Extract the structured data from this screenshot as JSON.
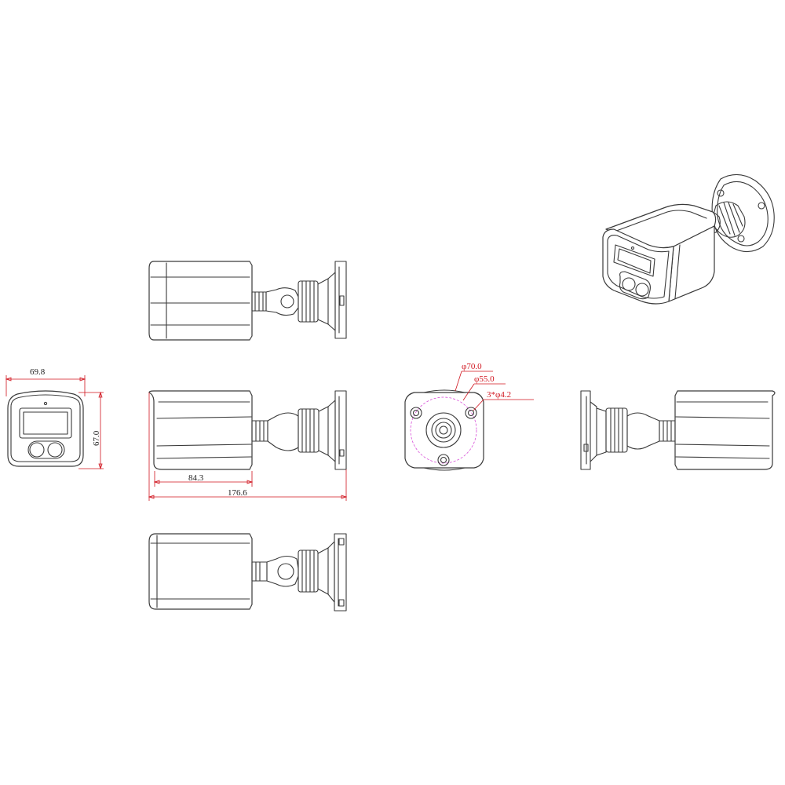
{
  "dimensions": {
    "front_width": "69.8",
    "front_height": "67.0",
    "housing_length": "84.3",
    "total_length": "176.6",
    "mount_outer_diameter": "φ70.0",
    "mount_hole_circle": "φ55.0",
    "mount_holes": "3*φ4.2"
  },
  "colors": {
    "line": "#3a3a3a",
    "dimension_line": "#d0141e",
    "bolt_circle": "#d84dd8"
  }
}
